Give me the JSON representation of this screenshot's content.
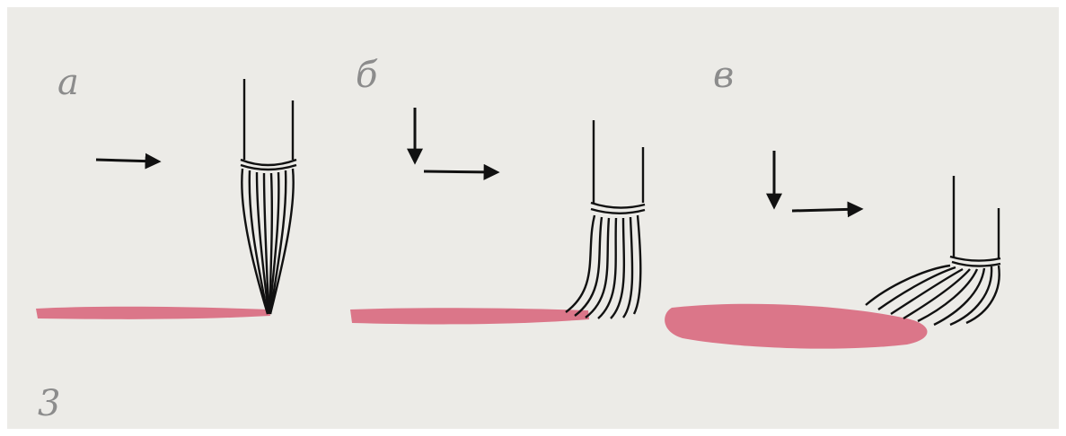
{
  "panels": [
    {
      "id": "a",
      "label": "а"
    },
    {
      "id": "b",
      "label": "б"
    },
    {
      "id": "v",
      "label": "в"
    }
  ],
  "figure_number": "3",
  "colors": {
    "paper": "#ecebe7",
    "ink": "#111111",
    "stroke_pink": "#d9697e",
    "label_gray": "#8c8c8c"
  }
}
